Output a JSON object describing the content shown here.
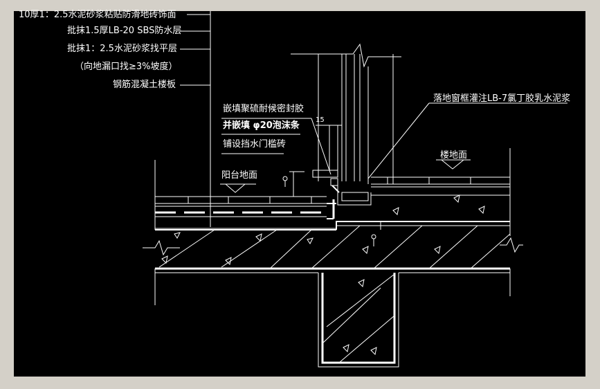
{
  "labels": {
    "layer1": "10厚1：2.5水泥砂浆粘贴防滑地砖饰面",
    "layer2": "批抹1.5厚LB-20  SBS防水层",
    "layer3": "批抹1：2.5水泥砂浆找平层",
    "layer4": "（向地漏口找≥3%坡度）",
    "layer5": "钢筋混凝土楼板",
    "sealant": "嵌填聚硫耐候密封胶",
    "foam": "并嵌填 φ20泡沫条",
    "sill": "铺设挡水门槛砖",
    "balcony_floor": "阳台地面",
    "window_frame": "落地窗框灌注LB-7氯丁胶乳水泥浆",
    "floor": "楼地面",
    "dim_15": "15"
  },
  "colors": {
    "background": "#000000",
    "lines": "#ffffff",
    "window_chrome": "#d4d0c8"
  }
}
